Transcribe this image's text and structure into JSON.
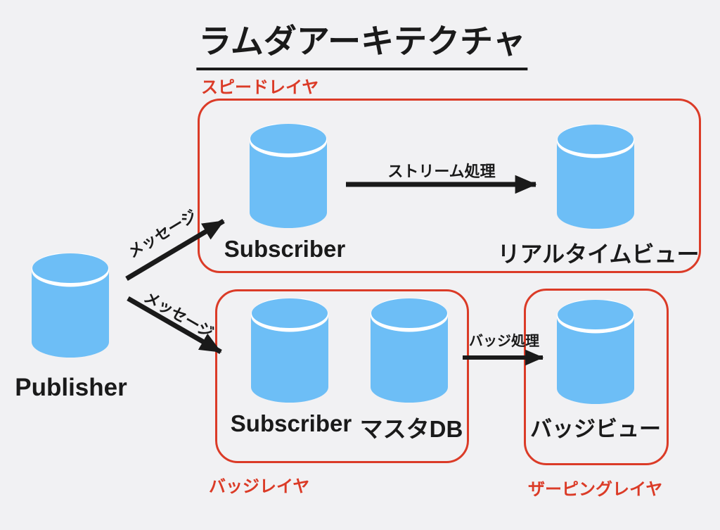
{
  "title": "ラムダアーキテクチャ",
  "colors": {
    "bg": "#F1F1F3",
    "red": "#DB3B27",
    "blue": "#6DBEF6",
    "ink": "#1A1A1A"
  },
  "layers": {
    "speed": {
      "label": "スピードレイヤ"
    },
    "batch": {
      "label": "バッジレイヤ"
    },
    "serving": {
      "label": "ザーピングレイヤ"
    }
  },
  "nodes": {
    "publisher": "Publisher",
    "subscriber_speed": "Subscriber",
    "realtime_view": "リアルタイムビュー",
    "subscriber_batch": "Subscriber",
    "master_db": "マスタDB",
    "badge_view": "バッジビュー"
  },
  "arrows": {
    "message_top": "メッセージ",
    "message_bottom": "メッセージ",
    "stream_process": "ストリーム処理",
    "badge_process": "バッジ処理"
  }
}
